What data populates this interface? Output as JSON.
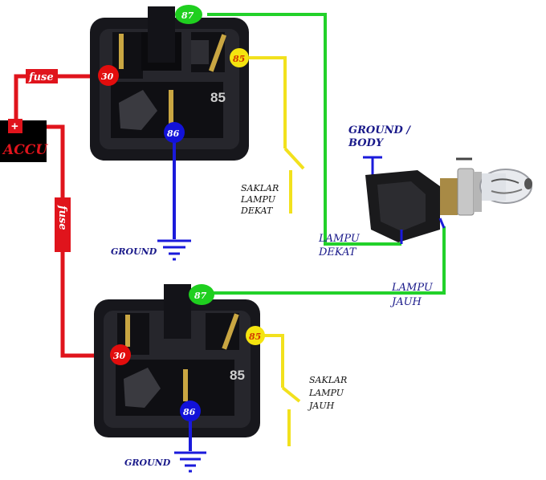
{
  "colors": {
    "wire_red": "#e0141c",
    "wire_green": "#22d12a",
    "wire_yellow": "#f2e11d",
    "wire_blue": "#1a1adb",
    "relay_body": "#17171c",
    "pin_red": "#e20d0d",
    "pin_yellow": "#f4e40f",
    "pin_green": "#1fcf1f",
    "pin_blue": "#1212d9",
    "battery": "#000000",
    "label_blue": "#1a1a8a"
  },
  "battery": {
    "label": "ACCU",
    "plus": "+"
  },
  "fuses": [
    {
      "label": "fuse"
    },
    {
      "label": "fuse"
    }
  ],
  "relay_top": {
    "pins": {
      "p30": "30",
      "p87": "87",
      "p85": "85",
      "p86": "86",
      "embossed85": "85"
    },
    "ground_label": "GROUND",
    "switch_label": [
      "SAKLAR",
      "LAMPU",
      "DEKAT"
    ]
  },
  "relay_bottom": {
    "pins": {
      "p30": "30",
      "p87": "87",
      "p85": "85",
      "p86": "86",
      "embossed85": "85"
    },
    "ground_label": "GROUND",
    "switch_label": [
      "SAKLAR",
      "LAMPU",
      "JAUH"
    ]
  },
  "lamp": {
    "ground_label": [
      "GROUND /",
      "BODY"
    ],
    "low_beam_label": [
      "LAMPU",
      "DEKAT"
    ],
    "high_beam_label": [
      "LAMPU",
      "JAUH"
    ]
  }
}
